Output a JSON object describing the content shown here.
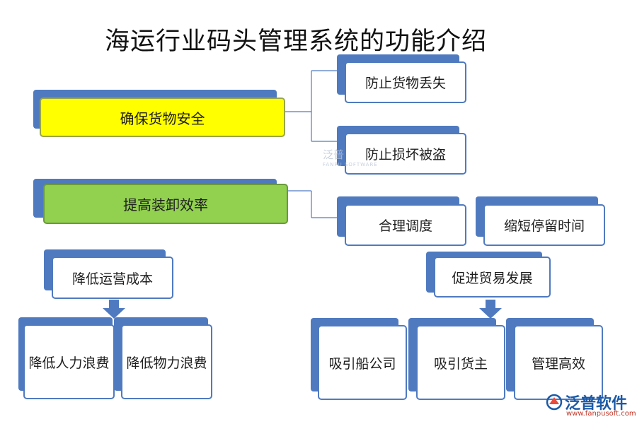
{
  "title": "海运行业码头管理系统的功能介绍",
  "section1": {
    "main": "确保货物安全",
    "subs": [
      "防止货物丢失",
      "防止损坏被盗"
    ]
  },
  "section2": {
    "main": "提高装卸效率",
    "subs": [
      "合理调度",
      "缩短停留时间"
    ]
  },
  "section3": {
    "main": "降低运营成本",
    "subs": [
      "降低人力浪费",
      "降低物力浪费"
    ]
  },
  "section4": {
    "main": "促进贸易发展",
    "subs": [
      "吸引船公司",
      "吸引货主",
      "管理高效"
    ]
  },
  "watermark": {
    "text": "泛普",
    "sub": "FANPU SOFTWARE"
  },
  "logo": {
    "name": "泛普软件",
    "url": "www.fanpusoft.com"
  },
  "colors": {
    "blue": "#4f7ac0",
    "yellow": "#ffff00",
    "green": "#92d050"
  }
}
